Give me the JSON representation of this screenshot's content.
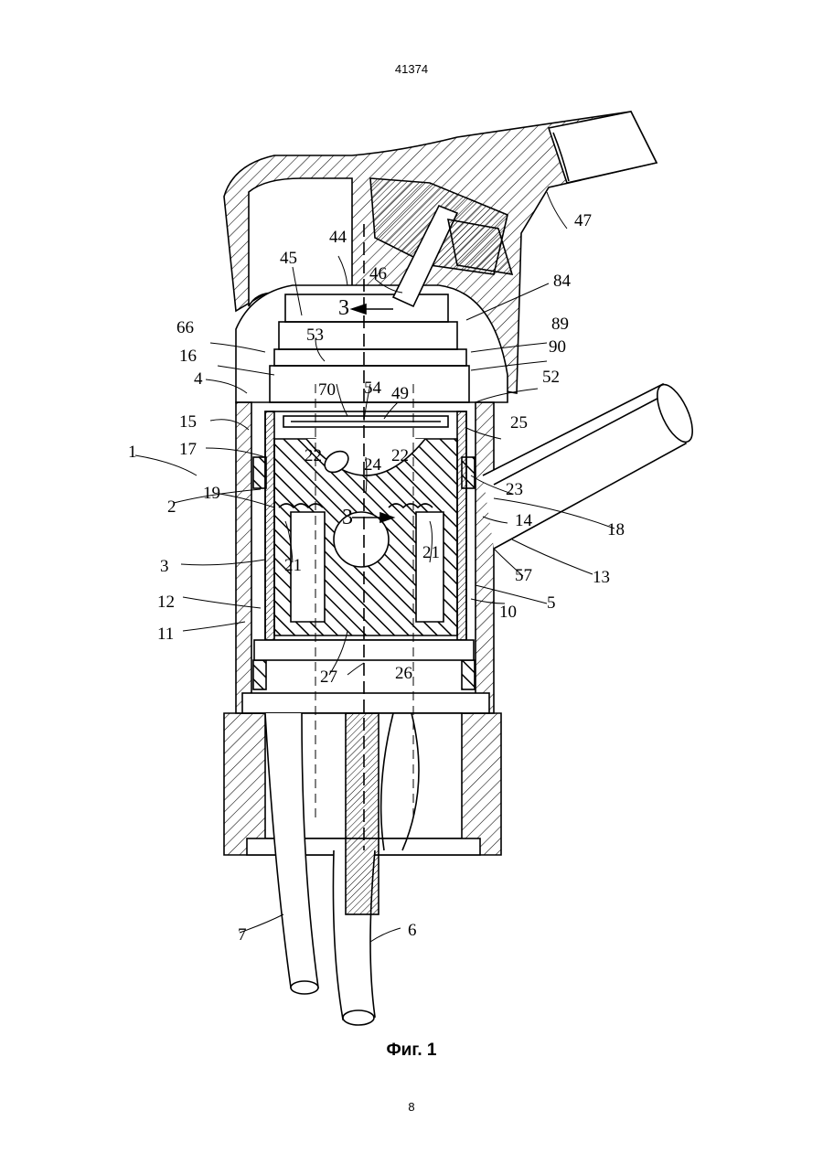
{
  "header": {
    "doc_number": "41374"
  },
  "figure": {
    "caption": "Фиг. 1",
    "section_mark": "3",
    "labels": {
      "l1": "1",
      "l2": "2",
      "l3": "3",
      "l4": "4",
      "l5": "5",
      "l6": "6",
      "l7": "7",
      "l10": "10",
      "l11": "11",
      "l12": "12",
      "l13": "13",
      "l14": "14",
      "l15": "15",
      "l16": "16",
      "l17": "17",
      "l18": "18",
      "l19": "19",
      "l21a": "21",
      "l21b": "21",
      "l22a": "22",
      "l22b": "22",
      "l23": "23",
      "l24": "24",
      "l25": "25",
      "l26": "26",
      "l27": "27",
      "l44": "44",
      "l45": "45",
      "l46": "46",
      "l47": "47",
      "l49": "49",
      "l52": "52",
      "l53": "53",
      "l54": "54",
      "l57": "57",
      "l66": "66",
      "l70": "70",
      "l84": "84",
      "l89": "89",
      "l90": "90"
    }
  },
  "footer": {
    "page_number": "8"
  }
}
